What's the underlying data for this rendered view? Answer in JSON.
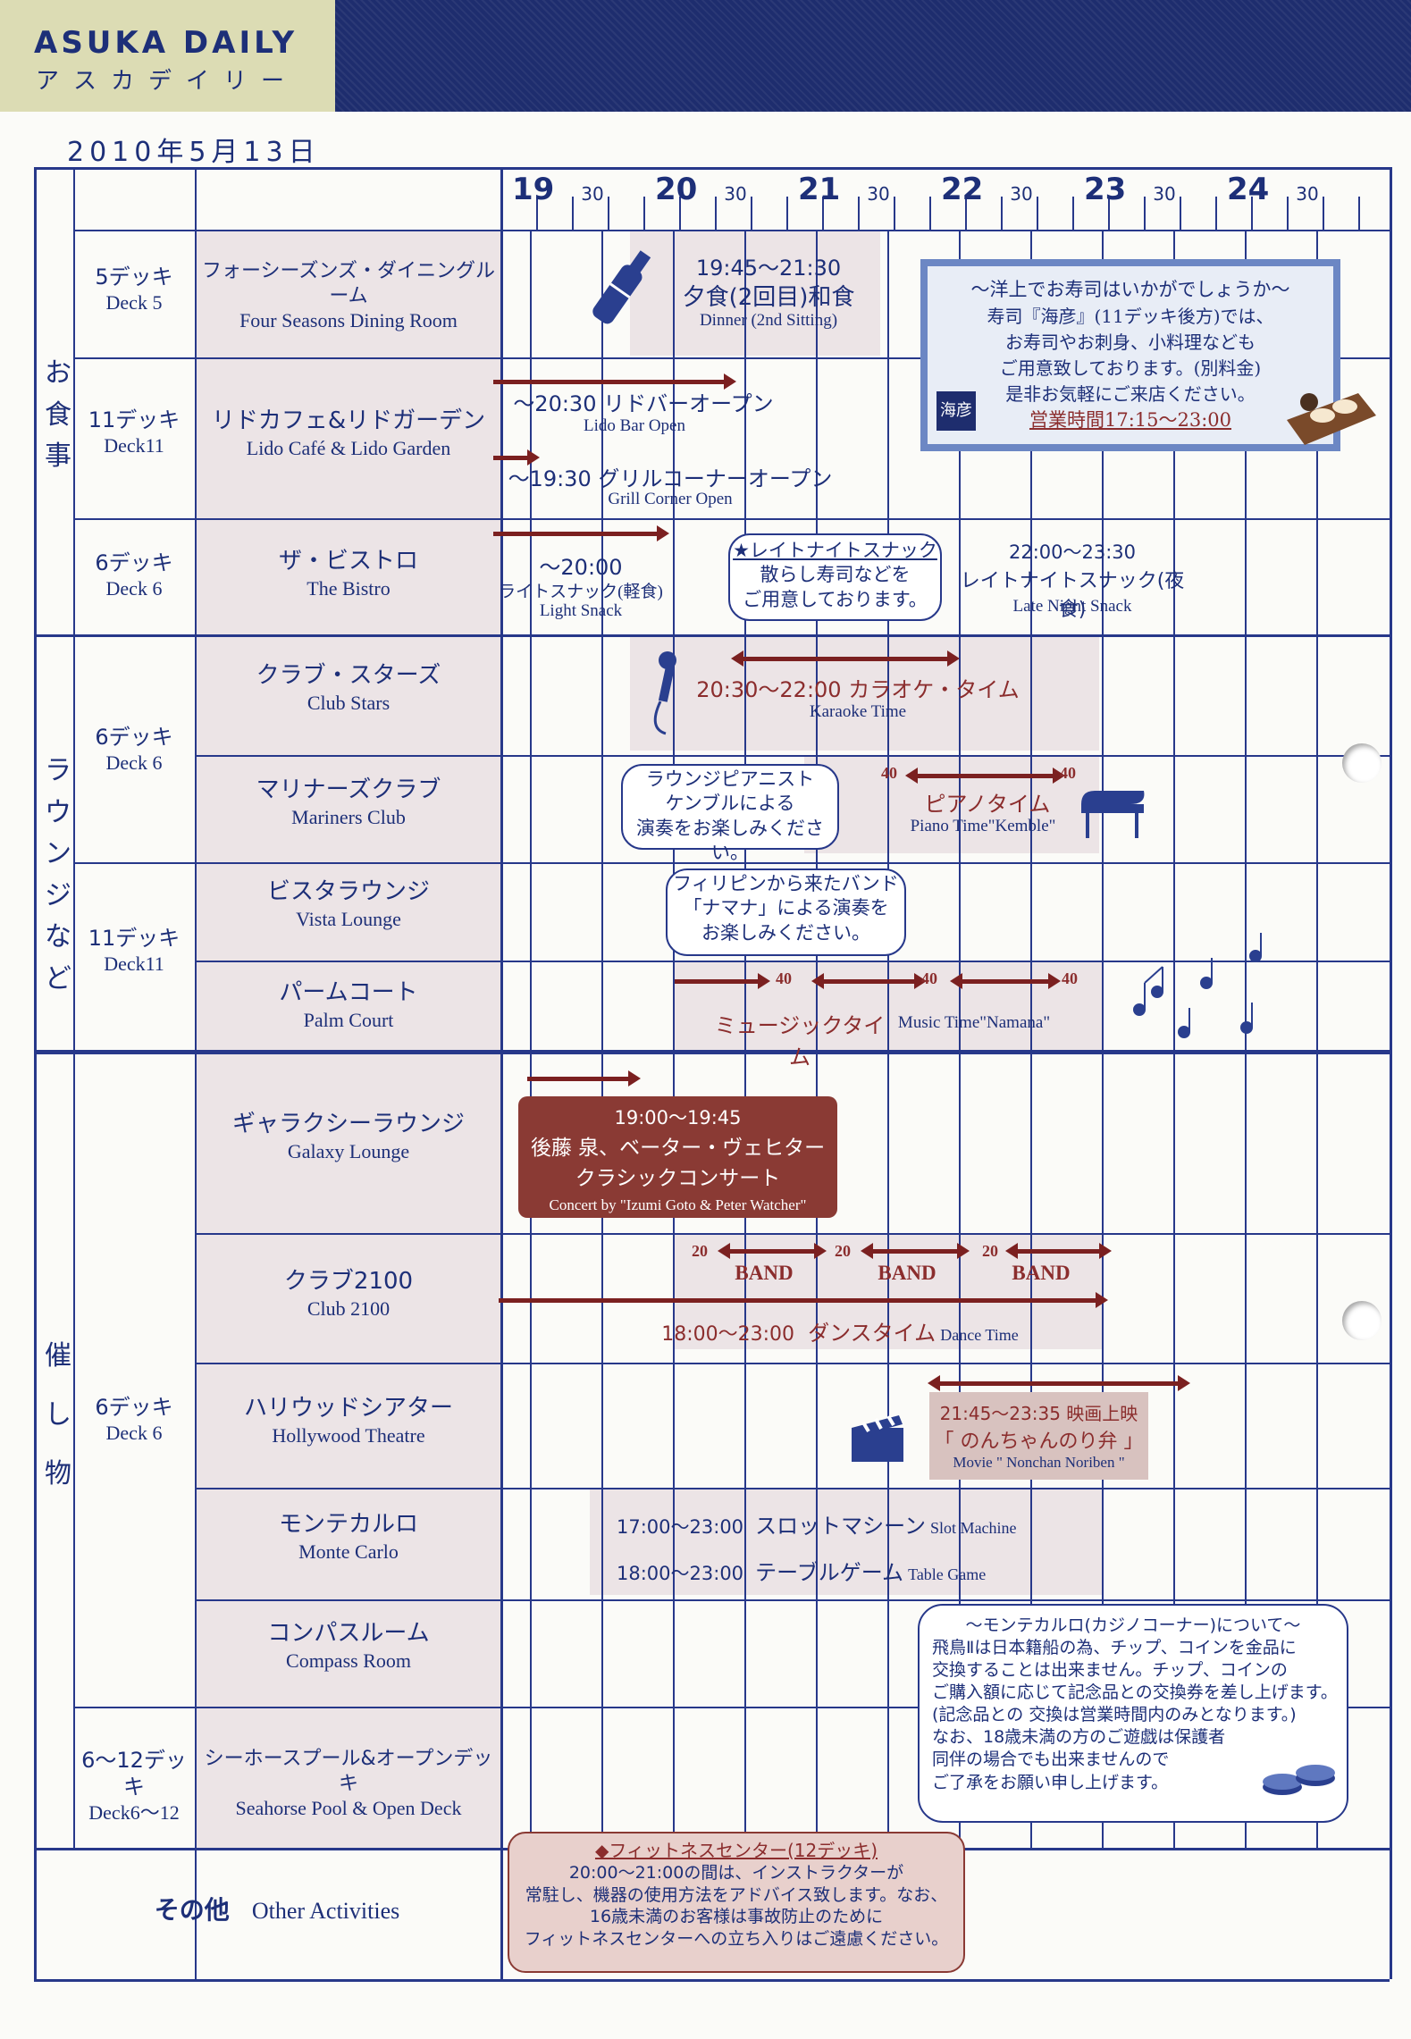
{
  "header": {
    "brand": "ASUKA DAILY",
    "brand_kana": "アスカデイリー",
    "date": "2010年5月13日"
  },
  "timeline": {
    "hours": [
      "19",
      "20",
      "21",
      "22",
      "23",
      "24"
    ],
    "half_label": "30"
  },
  "categories": {
    "dining": "お食事",
    "lounge": "ラウンジなど",
    "events": "催し物"
  },
  "rows": [
    {
      "deck_jp": "5デッキ",
      "deck_en": "Deck 5",
      "venue_jp": "フォーシーズンズ・ダイニングルーム",
      "venue_en": "Four Seasons Dining Room"
    },
    {
      "deck_jp": "11デッキ",
      "deck_en": "Deck11",
      "venue_jp": "リドカフェ&リドガーデン",
      "venue_en": "Lido Café & Lido Garden"
    },
    {
      "deck_jp": "6デッキ",
      "deck_en": "Deck 6",
      "venue_jp": "ザ・ビストロ",
      "venue_en": "The Bistro"
    },
    {
      "venue_jp": "クラブ・スターズ",
      "venue_en": "Club Stars"
    },
    {
      "deck_jp": "6デッキ",
      "deck_en": "Deck 6",
      "venue_jp": "マリナーズクラブ",
      "venue_en": "Mariners Club"
    },
    {
      "venue_jp": "ビスタラウンジ",
      "venue_en": "Vista Lounge"
    },
    {
      "deck_jp": "11デッキ",
      "deck_en": "Deck11",
      "venue_jp": "パームコート",
      "venue_en": "Palm Court"
    },
    {
      "venue_jp": "ギャラクシーラウンジ",
      "venue_en": "Galaxy Lounge"
    },
    {
      "venue_jp": "クラブ2100",
      "venue_en": "Club 2100"
    },
    {
      "deck_jp": "6デッキ",
      "deck_en": "Deck 6",
      "venue_jp": "ハリウッドシアター",
      "venue_en": "Hollywood Theatre"
    },
    {
      "venue_jp": "モンテカルロ",
      "venue_en": "Monte Carlo"
    },
    {
      "venue_jp": "コンパスルーム",
      "venue_en": "Compass Room"
    },
    {
      "deck_jp": "6〜12デッキ",
      "deck_en": "Deck6〜12",
      "venue_jp": "シーホースプール&オープンデッキ",
      "venue_en": "Seahorse Pool & Open Deck"
    }
  ],
  "other": {
    "jp": "その他",
    "en": "Other Activities"
  },
  "events": {
    "dinner": {
      "time": "19:45〜21:30",
      "jp": "夕食(2回目)和食",
      "en": "Dinner (2nd Sitting)"
    },
    "sushi": {
      "title": "〜洋上でお寿司はいかがでしょうか〜",
      "body1": "寿司『海彦』(11デッキ後方)では、",
      "body2": "お寿司やお刺身、小料理なども",
      "body3": "ご用意致しております。(別料金)",
      "body4": "是非お気軽にご来店ください。",
      "hours": "営業時間17:15〜23:00",
      "logo": "海彦"
    },
    "lido_bar": {
      "jp": "〜20:30 リドバーオープン",
      "en": "Lido Bar Open"
    },
    "grill": {
      "jp": "〜19:30 グリルコーナーオープン",
      "en": "Grill Corner Open"
    },
    "light_snack": {
      "time": "〜20:00",
      "jp": "ライトスナック(軽食)",
      "en": "Light Snack"
    },
    "late_note": {
      "title": "★レイトナイトスナック",
      "l1": "散らし寿司などを",
      "l2": "ご用意しております。"
    },
    "late_snack": {
      "time": "22:00〜23:30",
      "jp": "レイトナイトスナック(夜食)",
      "en": "Late Night Snack"
    },
    "karaoke": {
      "jp": "20:30〜22:00 カラオケ・タイム",
      "en": "Karaoke Time"
    },
    "pianist": {
      "l1": "ラウンジピアニスト",
      "l2": "ケンブルによる",
      "l3": "演奏をお楽しみください。"
    },
    "piano": {
      "n1": "40",
      "n2": "40",
      "jp": "ピアノタイム",
      "en": "Piano Time\"Kemble\""
    },
    "band_note": {
      "l1": "フィリピンから来たバンド",
      "l2": "「ナマナ」による演奏を",
      "l3": "お楽しみください。"
    },
    "music": {
      "n1": "40",
      "n2": "40",
      "n3": "40",
      "jp": "ミュージックタイム",
      "en": "Music Time\"Namana\""
    },
    "concert": {
      "time": "19:00〜19:45",
      "l1": "後藤 泉、ベーター・ヴェヒター",
      "l2": "クラシックコンサート",
      "en": "Concert by \"Izumi Goto & Peter Watcher\""
    },
    "band": {
      "n1": "20",
      "n2": "20",
      "n3": "20",
      "label": "BAND"
    },
    "dance": {
      "time": "18:00〜23:00",
      "jp": "ダンスタイム",
      "en": "Dance Time"
    },
    "movie": {
      "time": "21:45〜23:35 映画上映",
      "title": "「 のんちゃんのり弁 」",
      "en": "Movie \" Nonchan Noriben \""
    },
    "slot": {
      "time": "17:00〜23:00",
      "jp": "スロットマシーン",
      "en": "Slot Machine"
    },
    "table": {
      "time": "18:00〜23:00",
      "jp": "テーブルゲーム",
      "en": "Table Game"
    },
    "casino": {
      "title": "〜モンテカルロ(カジノコーナー)について〜",
      "l1": "飛鳥Ⅱは日本籍船の為、チップ、コインを金品に",
      "l2": "交換することは出来ません。チップ、コインの",
      "l3": "ご購入額に応じて記念品との交換券を差し上げます。",
      "l4": "(記念品との 交換は営業時間内のみとなります。)",
      "l5": "なお、18歳未満の方のご遊戯は保護者",
      "l6": "同伴の場合でも出来ませんので",
      "l7": "ご了承をお願い申し上げます。"
    },
    "fitness": {
      "title": "◆フィットネスセンター(12デッキ)",
      "l1": "20:00〜21:00の間は、インストラクターが",
      "l2": "常駐し、機器の使用方法をアドバイス致します。なお、",
      "l3": "16歳未満のお客様は事故防止のために",
      "l4": "フィットネスセンターへの立ち入りはご遠慮ください。"
    }
  }
}
